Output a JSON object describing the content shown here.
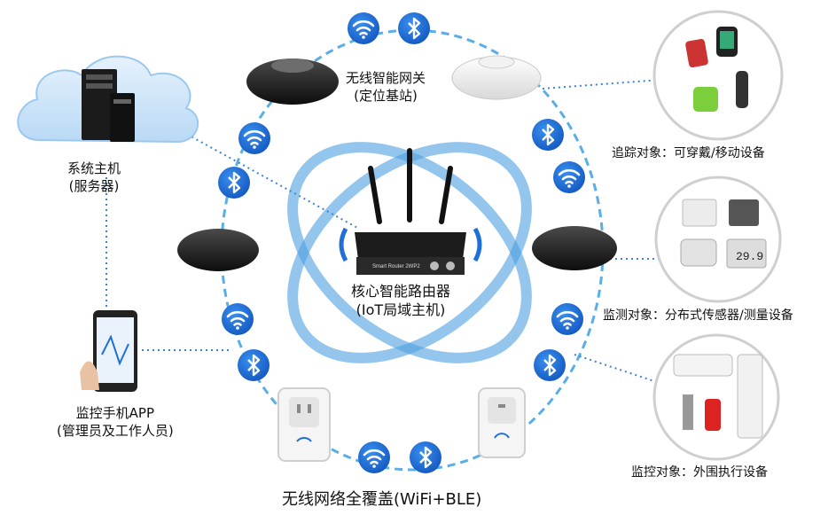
{
  "center": {
    "line1": "核心智能路由器",
    "line2": "(IoT局域主机)",
    "device_text": "Smart Router 2WP2"
  },
  "gateway": {
    "line1": "无线智能网关",
    "line2": "(定位基站)"
  },
  "server": {
    "line1": "系统主机",
    "line2": "(服务器)"
  },
  "phone": {
    "line1": "监控手机APP",
    "line2": "(管理员及工作人员)"
  },
  "objects": {
    "tracking": "追踪对象：可穿戴/移动设备",
    "monitoring": "监测对象：分布式传感器/测量设备",
    "control": "监控对象：外围执行设备"
  },
  "footer": "无线网络全覆盖(WiFi+BLE)",
  "sensor_readout": "29.9",
  "colors": {
    "ring": "#5aaee8",
    "ellipse": "#4d9fe0",
    "badge": "#1f6fd6",
    "link": "#3b82d8"
  }
}
